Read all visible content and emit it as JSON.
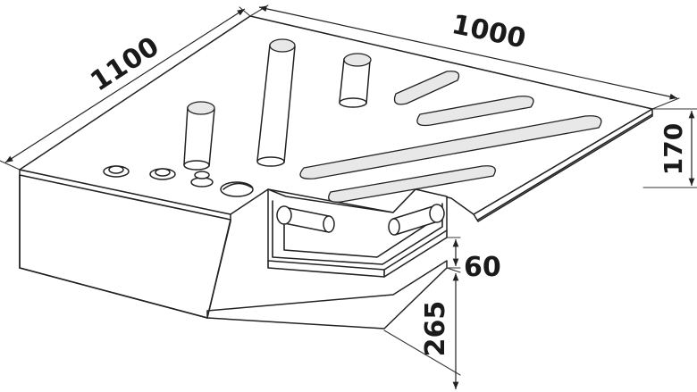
{
  "dimensions": {
    "length": "1100",
    "width": "1000",
    "tank_height": "170",
    "gap": "60",
    "total_height": "265"
  }
}
